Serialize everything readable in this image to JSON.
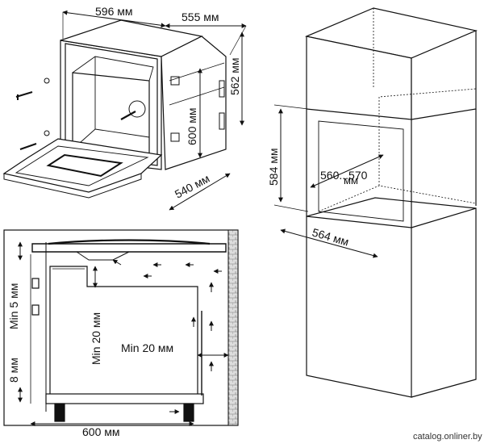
{
  "oven_view": {
    "width_label": "596 мм",
    "depth_label": "555 мм",
    "height_label": "562 мм",
    "inner_height_label": "600 мм",
    "bottom_depth_label": "540 мм"
  },
  "cabinet_view": {
    "niche_height_label": "584 мм",
    "niche_width_label": "560...570",
    "niche_width_unit": "мм",
    "niche_depth_label": "564 мм"
  },
  "section_view": {
    "min_top_label": "Min 5 мм",
    "min_back_label": "Min 20 мм",
    "min_side_label": "Min 20 мм",
    "bottom_gap_label": "8 мм",
    "width_label": "600 мм"
  },
  "watermark": "catalog.onliner.by"
}
